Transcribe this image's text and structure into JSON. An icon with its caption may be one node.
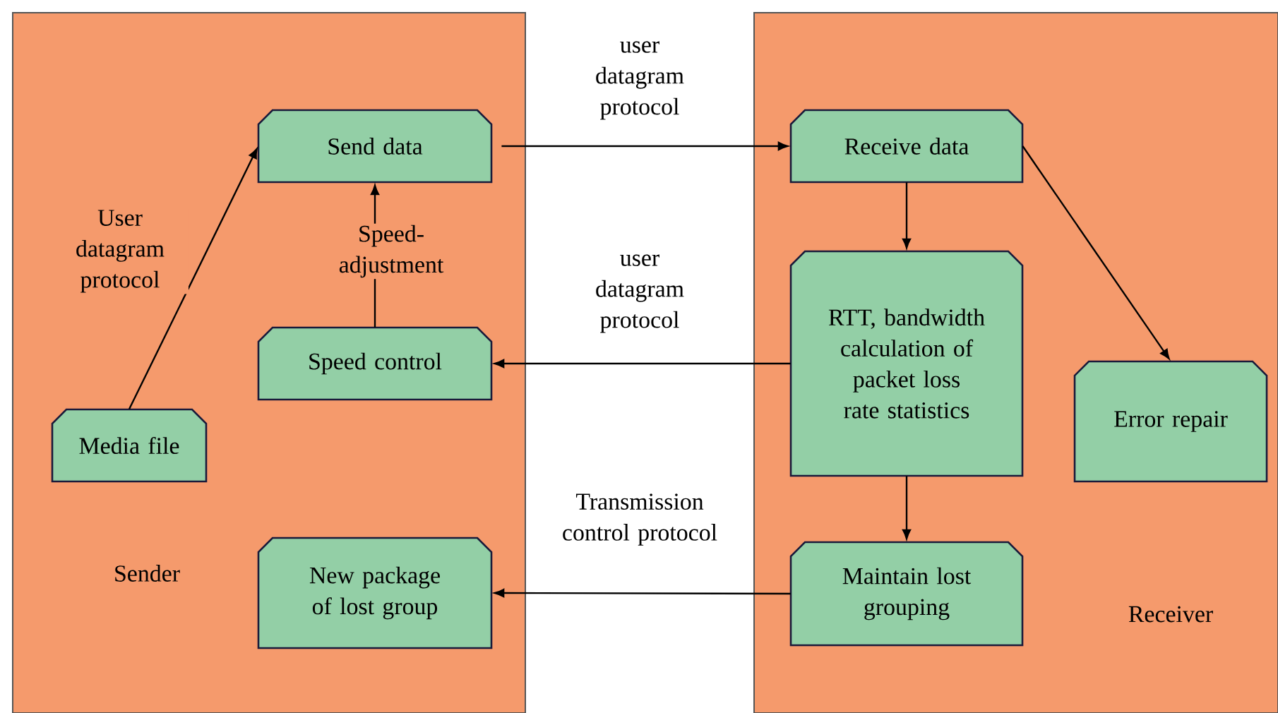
{
  "diagram": {
    "nodes": [
      {
        "text": [
          "Sender"
        ]
      },
      {
        "text": [
          "Send data"
        ],
        "in": 0
      },
      {
        "text": [
          "Speed control"
        ],
        "in": 0
      },
      {
        "text": [
          "Media file"
        ],
        "in": 0
      },
      {
        "text": [
          "New package of lost group"
        ],
        "in": 0
      },
      {
        "text": [
          "Receiver"
        ]
      },
      {
        "text": [
          "Receive data"
        ],
        "in": 5
      },
      {
        "text": [
          "RTT, bandwidth calculation of packet loss rate statistics"
        ],
        "in": 5
      },
      {
        "text": [
          "Error repair"
        ],
        "in": 5
      },
      {
        "text": [
          "Maintain lost grouping"
        ],
        "in": 5
      }
    ],
    "edges": [
      {
        "from": 3,
        "to": 1,
        "arrow": "to",
        "label": "User datagram protocol"
      },
      {
        "from": 2,
        "to": 1,
        "arrow": "to",
        "label": "Speed- adjustment"
      },
      {
        "from": 1,
        "to": 6,
        "arrow": "to",
        "label": "user datagram protocol"
      },
      {
        "from": 7,
        "to": 2,
        "arrow": "to",
        "label": "user datagram protocol"
      },
      {
        "from": 9,
        "to": 4,
        "arrow": "to",
        "label": "Transmission control protocol"
      },
      {
        "from": 6,
        "to": 7,
        "arrow": "to"
      },
      {
        "from": 6,
        "to": 8,
        "arrow": "to"
      },
      {
        "from": 7,
        "to": 9,
        "arrow": "to"
      }
    ]
  }
}
